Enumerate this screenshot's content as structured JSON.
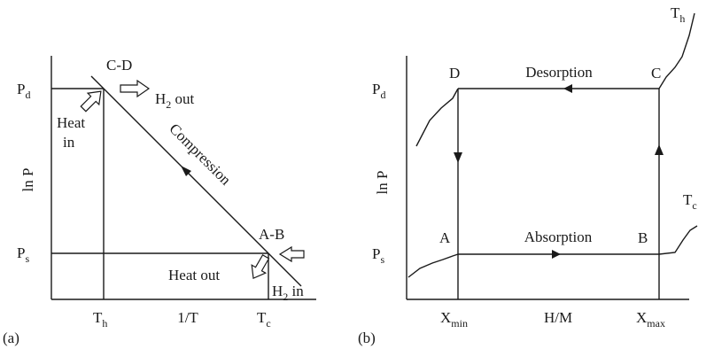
{
  "panel_a": {
    "tag": "(a)",
    "y_axis_label": "ln P",
    "x_axis_label": "1/T",
    "y_ticks": {
      "upper": {
        "base": "P",
        "sub": "d"
      },
      "lower": {
        "base": "P",
        "sub": "s"
      }
    },
    "x_ticks": {
      "left": {
        "base": "T",
        "sub": "h"
      },
      "right": {
        "base": "T",
        "sub": "c"
      }
    },
    "point_cd": "C-D",
    "point_ab": "A-B",
    "h2_out": {
      "base": "H",
      "sub": "2",
      "suffix": " out"
    },
    "h2_in": {
      "base": "H",
      "sub": "2",
      "suffix": " in"
    },
    "heat_in_line1": "Heat",
    "heat_in_line2": "in",
    "heat_out": "Heat out",
    "compression": "Compression"
  },
  "panel_b": {
    "tag": "(b)",
    "y_axis_label": "ln P",
    "x_axis_label": "H/M",
    "y_ticks": {
      "upper": {
        "base": "P",
        "sub": "d"
      },
      "lower": {
        "base": "P",
        "sub": "s"
      }
    },
    "x_ticks": {
      "left": {
        "base": "X",
        "sub": "min"
      },
      "right": {
        "base": "X",
        "sub": "max"
      }
    },
    "iso_hot": {
      "base": "T",
      "sub": "h"
    },
    "iso_cold": {
      "base": "T",
      "sub": "c"
    },
    "point_a": "A",
    "point_b": "B",
    "point_c": "C",
    "point_d": "D",
    "absorption": "Absorption",
    "desorption": "Desorption"
  }
}
